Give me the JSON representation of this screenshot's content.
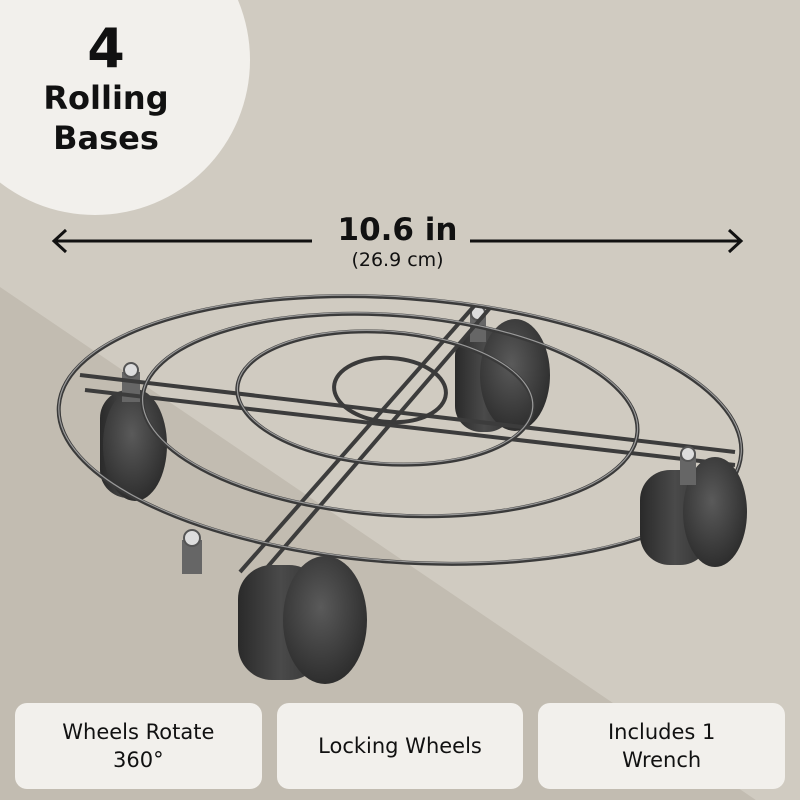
{
  "colors": {
    "bg_light": "#d0cbc1",
    "bg_dark": "#c2bcb1",
    "card_bg": "#f2f0ec",
    "text": "#111111",
    "metal": "#3a3a3a"
  },
  "badge": {
    "count": "4",
    "line1": "Rolling",
    "line2": "Bases"
  },
  "dimension": {
    "value": "10.6 in",
    "metric": "(26.9 cm)",
    "left_icon": "arrow-left-icon",
    "right_icon": "arrow-right-icon"
  },
  "product": {
    "name": "round metal plant caddy with 4 caster wheels",
    "icon": "rolling-base-illustration"
  },
  "features": [
    {
      "label": "Wheels Rotate\n360°"
    },
    {
      "label": "Locking Wheels"
    },
    {
      "label": "Includes 1\nWrench"
    }
  ]
}
